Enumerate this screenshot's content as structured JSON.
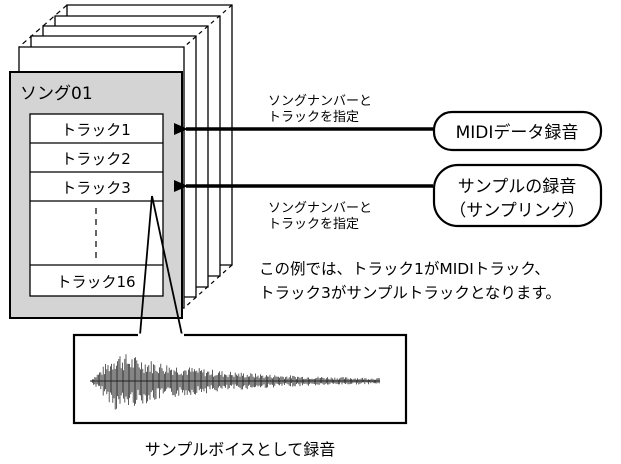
{
  "song_name": "ソング01",
  "tracks": [
    {
      "label": "トラック1"
    },
    {
      "label": "トラック2"
    },
    {
      "label": "トラック3"
    },
    {
      "label": "トラック16"
    }
  ],
  "midi_box": {
    "label": "MIDIデータ録音"
  },
  "sample_box": {
    "line1": "サンプルの録音",
    "line2": "（サンプリング）"
  },
  "arrow_label_top": {
    "line1": "ソングナンバーと",
    "line2": "トラックを指定"
  },
  "arrow_label_bottom": {
    "line1": "ソングナンバーと",
    "line2": "トラックを指定"
  },
  "note": {
    "line1": "この例では、トラック1がMIDIトラック、",
    "line2": "トラック3がサンプルトラックとなります。"
  },
  "waveform_caption": "サンプルボイスとして録音",
  "colors": {
    "song_fill": "#d4d4d4",
    "line": "#000000",
    "page": "#ffffff"
  }
}
